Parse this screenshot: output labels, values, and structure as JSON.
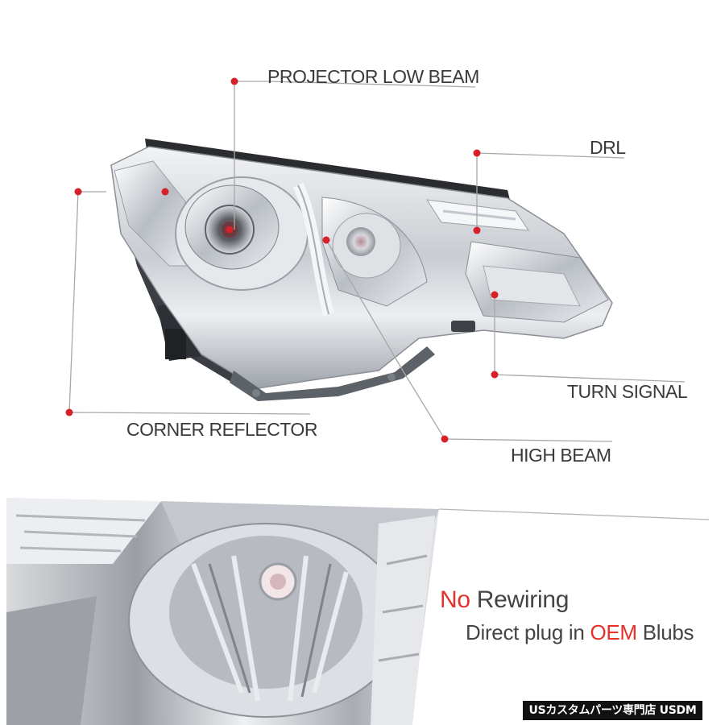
{
  "callouts": {
    "projector_low_beam": "PROJECTOR LOW BEAM",
    "drl": "DRL",
    "turn_signal": "TURN SIGNAL",
    "corner_reflector": "CORNER REFLECTOR",
    "high_beam": "HIGH BEAM"
  },
  "tagline": {
    "line1_accent": "No",
    "line1_rest": " Rewiring",
    "line2_start": "Direct plug in ",
    "line2_accent": "OEM",
    "line2_end": " Blubs"
  },
  "watermark": "USカスタムパーツ専門店 USDM",
  "colors": {
    "accent": "#e8302a",
    "text": "#3a3a3a",
    "chrome": "#c8ccd2"
  }
}
